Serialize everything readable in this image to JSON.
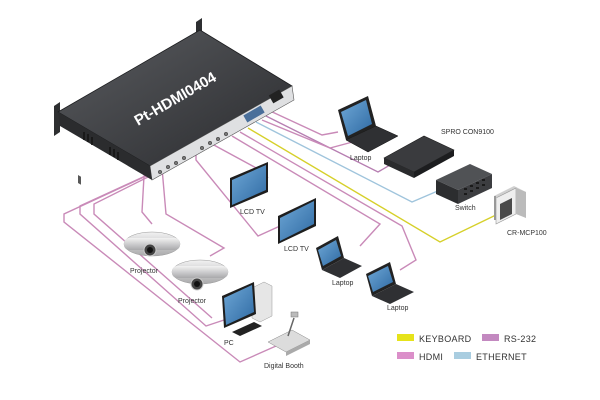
{
  "diagram": {
    "title": "Pt-HDMI0404 system connection diagram",
    "main_device": {
      "label": "Pt-HDMI0404"
    },
    "devices": [
      {
        "id": "laptop-1",
        "type": "laptop",
        "label": "Laptop"
      },
      {
        "id": "spro-con9100",
        "type": "rack-device",
        "label": "SPRO  CON9100"
      },
      {
        "id": "switch",
        "type": "network-switch",
        "label": "Switch"
      },
      {
        "id": "cr-mcp100",
        "type": "control-panel",
        "label": "CR-MCP100"
      },
      {
        "id": "lcd-tv-1",
        "type": "lcd-tv",
        "label": "LCD TV"
      },
      {
        "id": "lcd-tv-2",
        "type": "lcd-tv",
        "label": "LCD TV"
      },
      {
        "id": "laptop-2",
        "type": "laptop",
        "label": "Laptop"
      },
      {
        "id": "laptop-3",
        "type": "laptop",
        "label": "Laptop"
      },
      {
        "id": "projector-1",
        "type": "projector",
        "label": "Projector"
      },
      {
        "id": "projector-2",
        "type": "projector",
        "label": "Projector"
      },
      {
        "id": "pc",
        "type": "pc",
        "label": "PC"
      },
      {
        "id": "digital-booth",
        "type": "document-camera",
        "label": "Digital Booth"
      }
    ],
    "connections": [
      {
        "from": "Pt-HDMI0404",
        "to": "laptop-1",
        "type": "HDMI"
      },
      {
        "from": "Pt-HDMI0404",
        "to": "spro-con9100",
        "type": "RS-232"
      },
      {
        "from": "Pt-HDMI0404",
        "to": "switch",
        "type": "ETHERNET"
      },
      {
        "from": "Pt-HDMI0404",
        "to": "cr-mcp100",
        "type": "KEYBOARD"
      },
      {
        "from": "Pt-HDMI0404",
        "to": "lcd-tv-1",
        "type": "HDMI"
      },
      {
        "from": "Pt-HDMI0404",
        "to": "lcd-tv-2",
        "type": "HDMI"
      },
      {
        "from": "Pt-HDMI0404",
        "to": "laptop-2",
        "type": "HDMI"
      },
      {
        "from": "Pt-HDMI0404",
        "to": "laptop-3",
        "type": "HDMI"
      },
      {
        "from": "Pt-HDMI0404",
        "to": "projector-1",
        "type": "HDMI"
      },
      {
        "from": "Pt-HDMI0404",
        "to": "projector-2",
        "type": "HDMI"
      },
      {
        "from": "Pt-HDMI0404",
        "to": "pc",
        "type": "HDMI"
      },
      {
        "from": "Pt-HDMI0404",
        "to": "digital-booth",
        "type": "HDMI"
      }
    ]
  },
  "legend": {
    "items": [
      {
        "label": "KEYBOARD",
        "color": "#e6e31a"
      },
      {
        "label": "RS-232",
        "color": "#c389c0"
      },
      {
        "label": "HDMI",
        "color": "#db8fc9"
      },
      {
        "label": "ETHERNET",
        "color": "#a9cde0"
      }
    ]
  },
  "colors": {
    "keyboard": "#d6d02a",
    "rs232": "#b77fb2",
    "hdmi": "#c98ab8",
    "ethernet": "#9fc4dc",
    "device_dark": "#3a3b3e",
    "screen_blue": "#3f7fb8"
  }
}
